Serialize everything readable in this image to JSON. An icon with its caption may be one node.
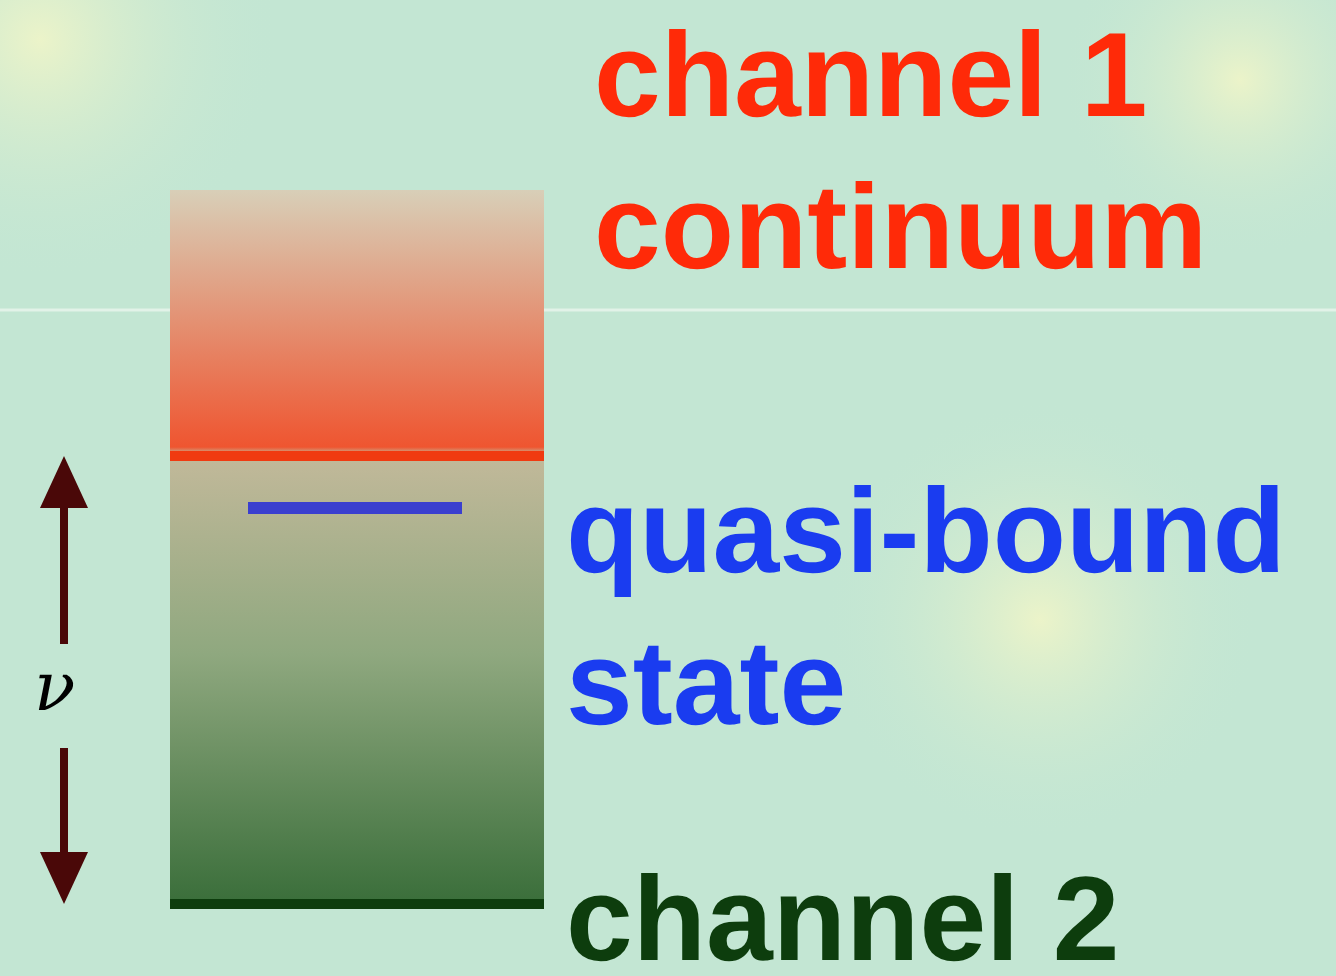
{
  "diagram": {
    "labels": [
      "channel 1 continuum",
      "quasi-bound state",
      "ν",
      "channel 2"
    ]
  }
}
